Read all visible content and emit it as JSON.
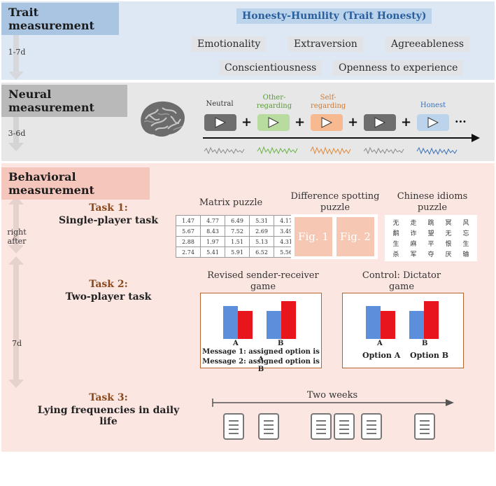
{
  "trait": {
    "title": "Trait measurement",
    "duration": "1-7d",
    "main": "Honesty-Humility (Trait Honesty)",
    "others": [
      "Emotionality",
      "Extraversion",
      "Agreeableness",
      "Conscientiousness",
      "Openness to experience"
    ]
  },
  "neural": {
    "title": "Neural measurement",
    "duration": "3-6d",
    "conditions": [
      {
        "label": "Neutral",
        "color": "#6e6e6e",
        "label_color": "#444444"
      },
      {
        "label": "Other-regarding",
        "color": "#b8dca0",
        "label_color": "#5a9a3a"
      },
      {
        "label": "Self-regarding",
        "color": "#f6b990",
        "label_color": "#d2782e"
      },
      {
        "label": "",
        "color": "#6e6e6e",
        "label_color": "#444444"
      },
      {
        "label": "Honest",
        "color": "#bcd3ec",
        "label_color": "#3a72b8"
      }
    ],
    "plus": "+",
    "ellipsis": "···"
  },
  "behavioral": {
    "title": "Behavioral measurement",
    "durations": [
      "right after",
      "7d"
    ],
    "task1": {
      "head": "Task 1:",
      "sub": "Single-player task",
      "matrix_title": "Matrix puzzle",
      "matrix": [
        [
          "1.47",
          "4.77",
          "6.49",
          "5.31",
          "4.17"
        ],
        [
          "5.67",
          "8.43",
          "7.52",
          "2.69",
          "3.49"
        ],
        [
          "2.88",
          "1.97",
          "1.51",
          "5.13",
          "4.31"
        ],
        [
          "2.74",
          "5.41",
          "5.91",
          "6.52",
          "5.56"
        ]
      ],
      "diff_title": "Difference spotting puzzle",
      "fig1": "Fig. 1",
      "fig2": "Fig. 2",
      "idioms_title": "Chinese idioms puzzle",
      "idioms": [
        [
          "无",
          "走",
          "跳",
          "冥",
          "风"
        ],
        [
          "鹬",
          "诈",
          "望",
          "无",
          "忘"
        ],
        [
          "生",
          "麻",
          "平",
          "恨",
          "生"
        ],
        [
          "杀",
          "军",
          "夺",
          "厌",
          "输"
        ]
      ]
    },
    "task2": {
      "head": "Task 2:",
      "sub": "Two-player task",
      "game1_title": "Revised sender-receiver game",
      "game1_a": "A",
      "game1_b": "B",
      "msg1": "Message 1: assigned option is A",
      "msg2": "Message 2: assigned option is B",
      "game2_title": "Control: Dictator game",
      "game2_a": "A",
      "game2_b": "B",
      "opt_a": "Option A",
      "opt_b": "Option B",
      "colors": {
        "blue": "#5b8fdc",
        "red": "#e8161c"
      }
    },
    "task3": {
      "head": "Task 3:",
      "sub": "Lying frequencies in daily life",
      "timeline": "Two weeks"
    }
  }
}
